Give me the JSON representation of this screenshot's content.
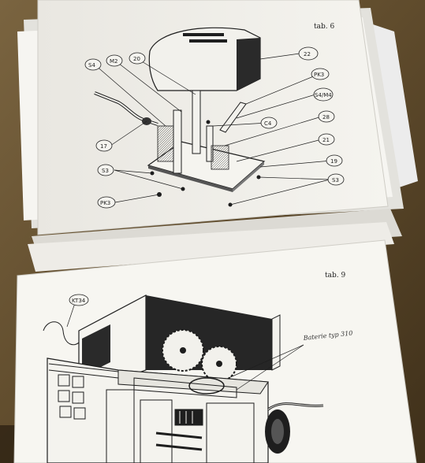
{
  "photo": {
    "table_color": "#6e5a3a",
    "paper_color": "#f1efe9",
    "ink_color": "#1e1e1e"
  },
  "sheet_top": {
    "tab_label": "tab. 6",
    "callouts": [
      "22",
      "20",
      "M2",
      "S4",
      "PK3",
      "S4/M4",
      "C4",
      "28",
      "21",
      "17",
      "19",
      "S3",
      "S3",
      "PK3"
    ]
  },
  "sheet_bottom": {
    "tab_label": "tab. 9",
    "callouts": [
      "KT34"
    ],
    "annotation": "Baterie typ 310"
  }
}
